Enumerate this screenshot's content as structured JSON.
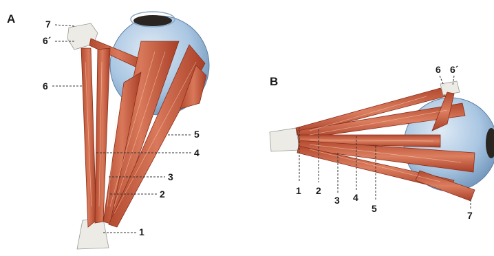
{
  "panels": [
    {
      "letter": "A",
      "labels": [
        "7",
        "6´",
        "6",
        "5",
        "4",
        "3",
        "2",
        "1"
      ]
    },
    {
      "letter": "B",
      "labels": [
        "6",
        "6´",
        "1",
        "2",
        "3",
        "4",
        "5",
        "7"
      ]
    }
  ],
  "colors": {
    "muscle": "#c8553a",
    "muscle_dark": "#8a2e1a",
    "eyeball": "#a9c6e2",
    "tendon": "#ecebe6"
  }
}
